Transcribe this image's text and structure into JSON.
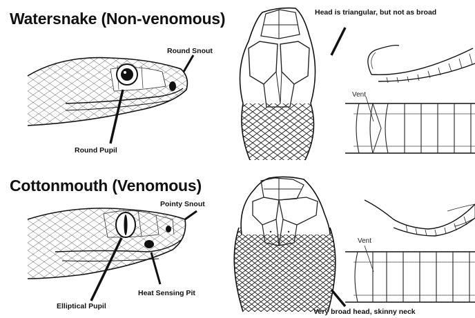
{
  "watersnake": {
    "title": "Watersnake (Non-venomous)",
    "labels": {
      "snout": "Round Snout",
      "pupil": "Round Pupil",
      "head": "Head is triangular, but not as broad",
      "vent": "Vent"
    }
  },
  "cottonmouth": {
    "title": "Cottonmouth (Venomous)",
    "labels": {
      "snout": "Pointy Snout",
      "pupil": "Elliptical Pupil",
      "pit": "Heat Sensing Pit",
      "head": "Very broad head, skinny neck",
      "vent": "Vent"
    }
  }
}
